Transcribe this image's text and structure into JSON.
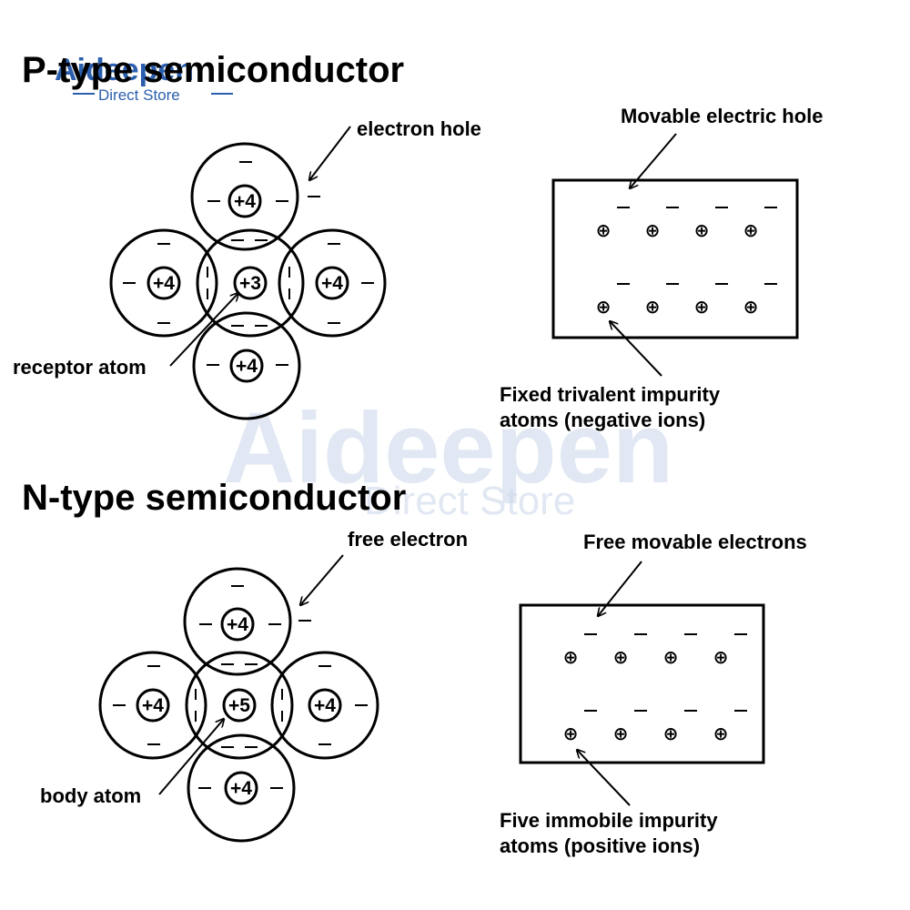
{
  "watermark": {
    "brand": "Aideepen",
    "sub": "Direct Store"
  },
  "p_type": {
    "title": "P-type semiconductor",
    "core_center": "+3",
    "core_outer": "+4",
    "label_hole": "electron hole",
    "label_atom": "receptor atom",
    "label_box_top": "Movable electric hole",
    "label_box_bottom_line1": "Fixed trivalent impurity",
    "label_box_bottom_line2": "atoms (negative ions)"
  },
  "n_type": {
    "title": "N-type semiconductor",
    "core_center": "+5",
    "core_outer": "+4",
    "label_free": "free electron",
    "label_atom": "body atom",
    "label_box_top": "Free movable electrons",
    "label_box_bottom_line1": "Five immobile impurity",
    "label_box_bottom_line2": "atoms (positive ions)"
  },
  "symbols": {
    "plus": "⊕",
    "minus": "–"
  }
}
